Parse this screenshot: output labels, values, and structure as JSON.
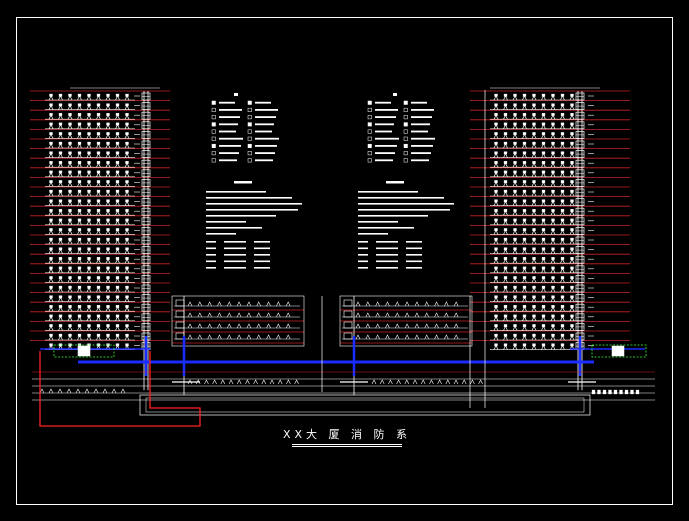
{
  "drawing": {
    "title": "XX大 厦 消 防 系",
    "colors": {
      "background": "#000000",
      "frame": "#ffffff",
      "linework": "#ffffff",
      "floor_lines": "#cc2222",
      "bus": "#1a2cff",
      "highlight_box": "#ff2020",
      "terminal_box": "#33ff33"
    },
    "left_tower_floors": 27,
    "right_tower_floors": 27,
    "podium_floors": 4
  }
}
